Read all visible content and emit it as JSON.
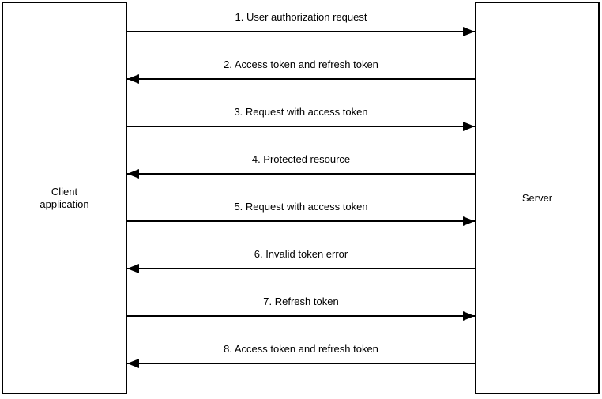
{
  "diagram": {
    "type": "sequence-flow",
    "background_color": "#ffffff",
    "line_color": "#000000",
    "text_color": "#000000",
    "actors": [
      {
        "id": "client",
        "lines": [
          "Client",
          "application"
        ]
      },
      {
        "id": "server",
        "label": "Server"
      }
    ],
    "messages": [
      {
        "num": 1,
        "label": "1. User authorization request",
        "direction": "right",
        "from": "client",
        "to": "server"
      },
      {
        "num": 2,
        "label": "2. Access token and refresh token",
        "direction": "left",
        "from": "server",
        "to": "client"
      },
      {
        "num": 3,
        "label": "3. Request with access token",
        "direction": "right",
        "from": "client",
        "to": "server"
      },
      {
        "num": 4,
        "label": "4. Protected resource",
        "direction": "left",
        "from": "server",
        "to": "client"
      },
      {
        "num": 5,
        "label": "5. Request with access token",
        "direction": "right",
        "from": "client",
        "to": "server"
      },
      {
        "num": 6,
        "label": "6. Invalid token error",
        "direction": "left",
        "from": "server",
        "to": "client"
      },
      {
        "num": 7,
        "label": "7. Refresh token",
        "direction": "right",
        "from": "client",
        "to": "server"
      },
      {
        "num": 8,
        "label": "8. Access token and refresh token",
        "direction": "left",
        "from": "server",
        "to": "client"
      }
    ]
  }
}
